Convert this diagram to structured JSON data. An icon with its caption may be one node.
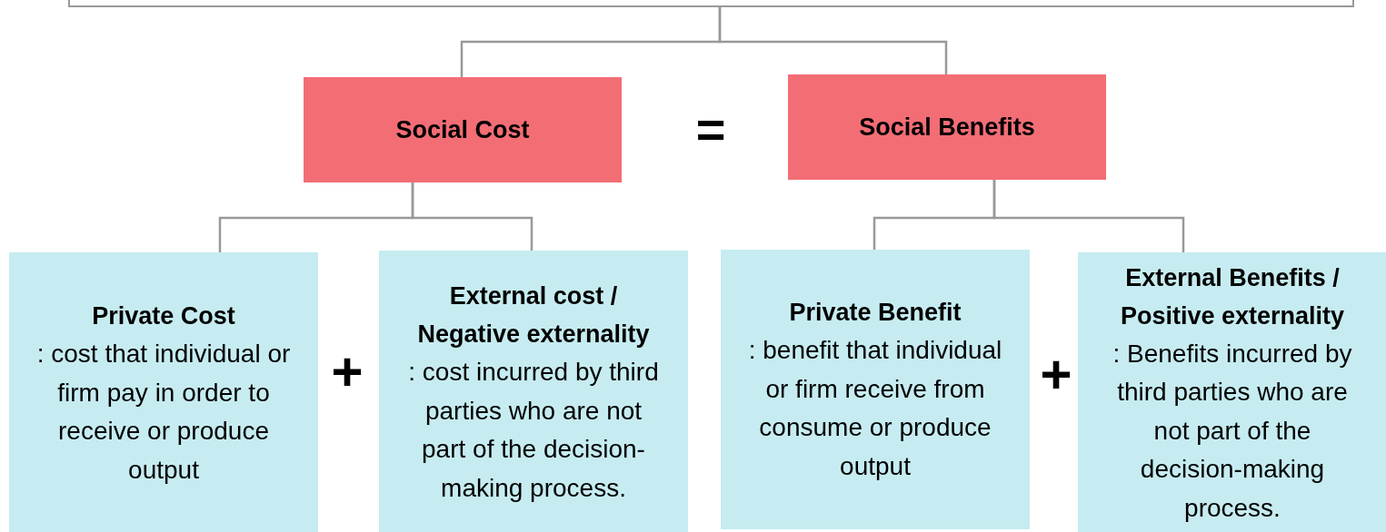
{
  "diagram": {
    "nodes": [
      {
        "text": [],
        "shape": "box"
      },
      {
        "text": [
          "Social Cost"
        ]
      },
      {
        "text": [
          "Social Benefits"
        ]
      },
      {
        "text": [
          "Private Cost",
          ": cost that individual or firm pay in order to receive or produce output"
        ]
      },
      {
        "text": [
          "External cost / Negative externality",
          ": cost incurred by third parties who are not part of the decision-making process."
        ]
      },
      {
        "text": [
          "Private Benefit",
          ": benefit that individual or firm receive from consume or produce output"
        ]
      },
      {
        "text": [
          "External Benefits / Positive externality",
          ": Benefits incurred by third parties who are not part of the decision-making process."
        ]
      }
    ],
    "edges": [
      {
        "from": 0,
        "to": 1,
        "arrow": "none"
      },
      {
        "from": 0,
        "to": 2,
        "arrow": "none"
      },
      {
        "from": 1,
        "to": 3,
        "arrow": "none"
      },
      {
        "from": 1,
        "to": 4,
        "arrow": "none"
      },
      {
        "from": 2,
        "to": 5,
        "arrow": "none"
      },
      {
        "from": 2,
        "to": 6,
        "arrow": "none"
      }
    ],
    "labels": [
      "=",
      "+",
      "+"
    ]
  }
}
